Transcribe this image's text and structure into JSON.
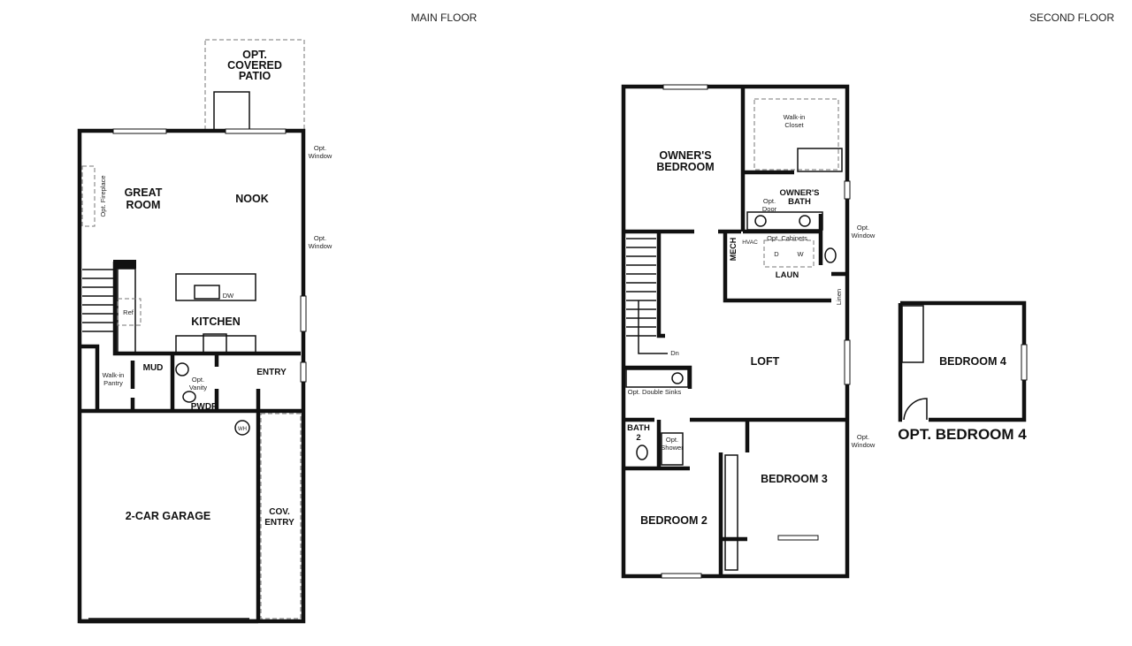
{
  "headings": {
    "main_floor": "MAIN FLOOR",
    "second_floor": "SECOND FLOOR",
    "opt_bedroom4": "OPT. BEDROOM 4"
  },
  "main_floor": {
    "patio": [
      "OPT.",
      "COVERED",
      "PATIO"
    ],
    "great_room": [
      "GREAT",
      "ROOM"
    ],
    "nook": "NOOK",
    "kitchen": "KITCHEN",
    "mud": "MUD",
    "pantry": [
      "Walk-in",
      "Pantry"
    ],
    "vanity": [
      "Opt.",
      "Vanity"
    ],
    "pwdr": "PWDR",
    "entry": "ENTRY",
    "garage": "2-CAR GARAGE",
    "cov_entry": [
      "COV.",
      "ENTRY"
    ],
    "fireplace": "Opt. Fireplace",
    "ref": "Ref",
    "dw": "DW",
    "wh": "WH",
    "opt_window": [
      "Opt.",
      "Window"
    ]
  },
  "second_floor": {
    "owners_bedroom": [
      "OWNER'S",
      "BEDROOM"
    ],
    "closet": [
      "Walk-in",
      "Closet"
    ],
    "owners_bath": [
      "OWNER'S",
      "BATH"
    ],
    "opt_door": [
      "Opt.",
      "Door"
    ],
    "mech": "MECH",
    "hvac": "HVAC",
    "opt_cabinets": "Opt. Cabinets",
    "d": "D",
    "w": "W",
    "laun": "LAUN",
    "linen": "Linen",
    "loft": "LOFT",
    "dn": "Dn",
    "double_sinks": "Opt. Double Sinks",
    "bath2": [
      "BATH",
      "2"
    ],
    "shower": [
      "Opt.",
      "Shower"
    ],
    "bedroom3": "BEDROOM 3",
    "bedroom2": "BEDROOM 2",
    "bedroom4": "BEDROOM 4",
    "opt_window": [
      "Opt.",
      "Window"
    ]
  }
}
